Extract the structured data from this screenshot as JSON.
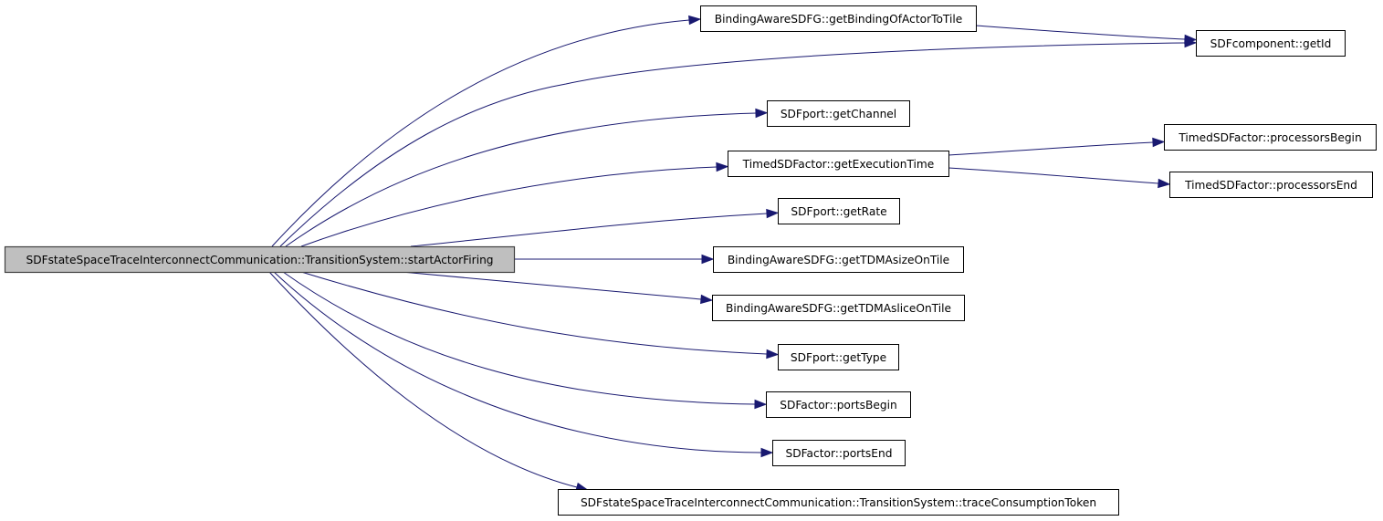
{
  "graph": {
    "type": "call-graph",
    "edge_color": "#191970",
    "root_fill": "#bfbfbf",
    "root": "startActorFiring",
    "nodes": [
      {
        "id": "startActorFiring",
        "label": "SDFstateSpaceTraceInterconnectCommunication::TransitionSystem::startActorFiring",
        "root": true
      },
      {
        "id": "getBindingOfActorToTile",
        "label": "BindingAwareSDFG::getBindingOfActorToTile"
      },
      {
        "id": "getId",
        "label": "SDFcomponent::getId"
      },
      {
        "id": "getChannel",
        "label": "SDFport::getChannel"
      },
      {
        "id": "getExecutionTime",
        "label": "TimedSDFactor::getExecutionTime"
      },
      {
        "id": "processorsBegin",
        "label": "TimedSDFactor::processorsBegin"
      },
      {
        "id": "processorsEnd",
        "label": "TimedSDFactor::processorsEnd"
      },
      {
        "id": "getRate",
        "label": "SDFport::getRate"
      },
      {
        "id": "getTDMAsizeOnTile",
        "label": "BindingAwareSDFG::getTDMAsizeOnTile"
      },
      {
        "id": "getTDMAsliceOnTile",
        "label": "BindingAwareSDFG::getTDMAsliceOnTile"
      },
      {
        "id": "getType",
        "label": "SDFport::getType"
      },
      {
        "id": "portsBegin",
        "label": "SDFactor::portsBegin"
      },
      {
        "id": "portsEnd",
        "label": "SDFactor::portsEnd"
      },
      {
        "id": "traceConsumptionToken",
        "label": "SDFstateSpaceTraceInterconnectCommunication::TransitionSystem::traceConsumptionToken"
      }
    ],
    "edges": [
      {
        "from": "startActorFiring",
        "to": "getBindingOfActorToTile"
      },
      {
        "from": "startActorFiring",
        "to": "getId"
      },
      {
        "from": "startActorFiring",
        "to": "getChannel"
      },
      {
        "from": "startActorFiring",
        "to": "getExecutionTime"
      },
      {
        "from": "startActorFiring",
        "to": "getRate"
      },
      {
        "from": "startActorFiring",
        "to": "getTDMAsizeOnTile"
      },
      {
        "from": "startActorFiring",
        "to": "getTDMAsliceOnTile"
      },
      {
        "from": "startActorFiring",
        "to": "getType"
      },
      {
        "from": "startActorFiring",
        "to": "portsBegin"
      },
      {
        "from": "startActorFiring",
        "to": "portsEnd"
      },
      {
        "from": "startActorFiring",
        "to": "traceConsumptionToken"
      },
      {
        "from": "getBindingOfActorToTile",
        "to": "getId"
      },
      {
        "from": "getExecutionTime",
        "to": "processorsBegin"
      },
      {
        "from": "getExecutionTime",
        "to": "processorsEnd"
      }
    ]
  }
}
